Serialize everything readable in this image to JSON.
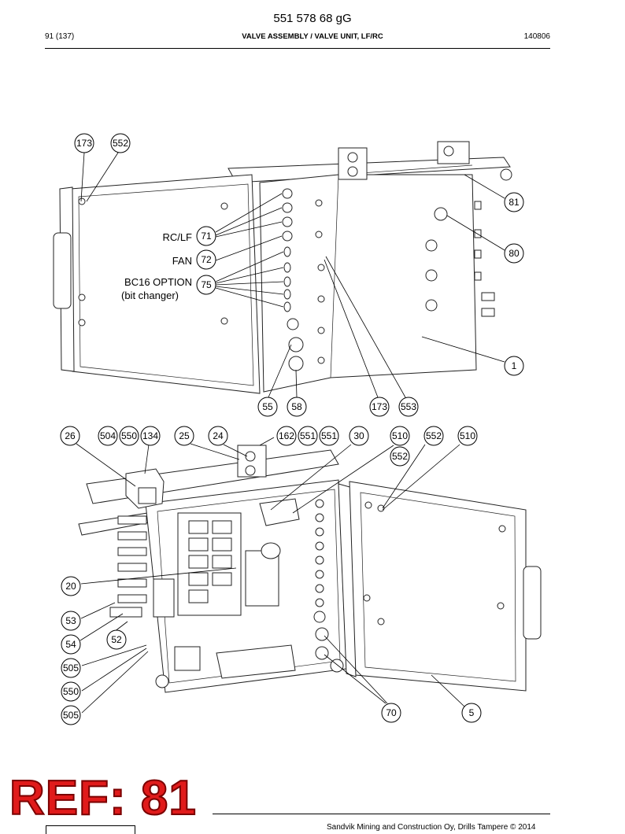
{
  "header": {
    "doc_number": "551 578 68 gG",
    "page_ref": "91 (137)",
    "title": "VALVE ASSEMBLY / VALVE UNIT, LF/RC",
    "date_code": "140806"
  },
  "labels": {
    "rc_lf": "RC/LF",
    "fan": "FAN",
    "bc16_option": "BC16 OPTION",
    "bit_changer": "(bit changer)"
  },
  "callouts_top": [
    {
      "id": "c173a",
      "text": "173"
    },
    {
      "id": "c552a",
      "text": "552"
    },
    {
      "id": "c81",
      "text": "81"
    },
    {
      "id": "c71",
      "text": "71"
    },
    {
      "id": "c72",
      "text": "72"
    },
    {
      "id": "c75",
      "text": "75"
    },
    {
      "id": "c80",
      "text": "80"
    },
    {
      "id": "c1",
      "text": "1"
    },
    {
      "id": "c55",
      "text": "55"
    },
    {
      "id": "c58",
      "text": "58"
    },
    {
      "id": "c173b",
      "text": "173"
    },
    {
      "id": "c553",
      "text": "553"
    }
  ],
  "callouts_bottom": [
    {
      "id": "c26",
      "text": "26"
    },
    {
      "id": "c504",
      "text": "504"
    },
    {
      "id": "c550a",
      "text": "550"
    },
    {
      "id": "c134",
      "text": "134"
    },
    {
      "id": "c25",
      "text": "25"
    },
    {
      "id": "c24",
      "text": "24"
    },
    {
      "id": "c162",
      "text": "162"
    },
    {
      "id": "c551a",
      "text": "551"
    },
    {
      "id": "c551b",
      "text": "551"
    },
    {
      "id": "c30",
      "text": "30"
    },
    {
      "id": "c510a",
      "text": "510"
    },
    {
      "id": "c552b",
      "text": "552"
    },
    {
      "id": "c510b",
      "text": "510"
    },
    {
      "id": "c552c",
      "text": "552"
    },
    {
      "id": "c20",
      "text": "20"
    },
    {
      "id": "c53",
      "text": "53"
    },
    {
      "id": "c52",
      "text": "52"
    },
    {
      "id": "c54",
      "text": "54"
    },
    {
      "id": "c505a",
      "text": "505"
    },
    {
      "id": "c550b",
      "text": "550"
    },
    {
      "id": "c505b",
      "text": "505"
    },
    {
      "id": "c70",
      "text": "70"
    },
    {
      "id": "c5",
      "text": "5"
    }
  ],
  "footer": {
    "text": "Sandvik Mining and Construction Oy, Drills Tampere © 2014"
  },
  "ref_stamp": "REF: 81"
}
